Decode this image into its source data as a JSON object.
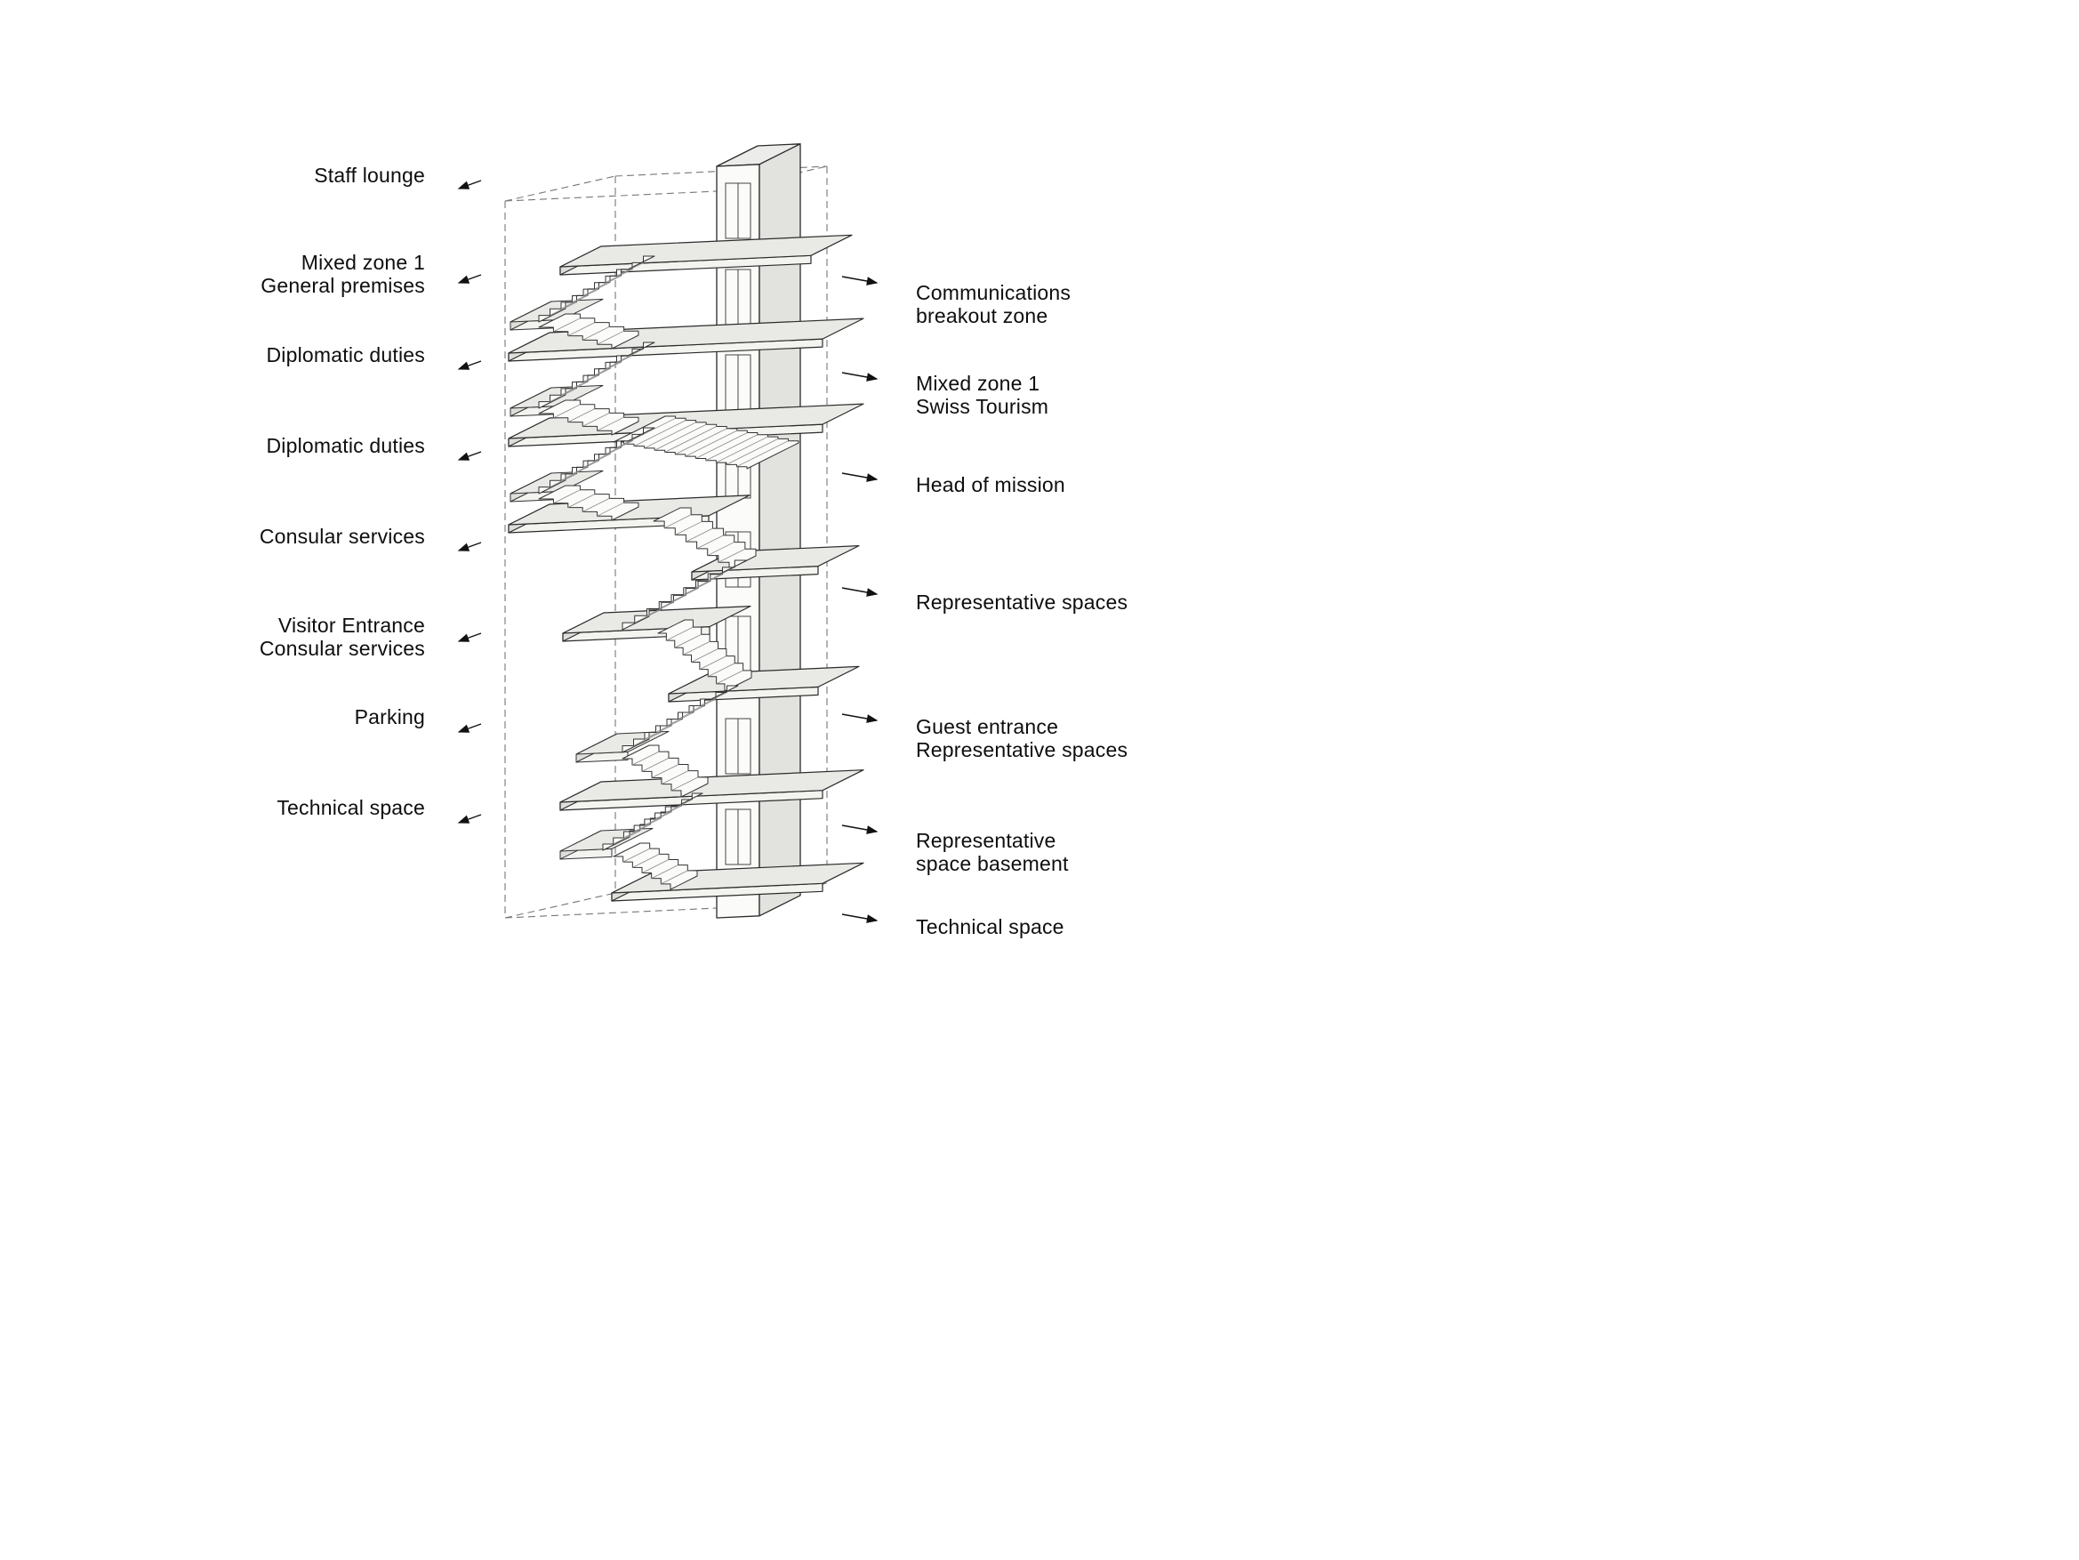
{
  "figure": {
    "type": "axonometric-building-section",
    "subject": "stair-and-elevator-core"
  },
  "labels": {
    "left": [
      {
        "line1": "Staff lounge"
      },
      {
        "line1": "Mixed zone 1",
        "line2": "General premises"
      },
      {
        "line1": "Diplomatic duties"
      },
      {
        "line1": "Diplomatic duties"
      },
      {
        "line1": "Consular services"
      },
      {
        "line1": "Visitor Entrance",
        "line2": "Consular services"
      },
      {
        "line1": "Parking"
      },
      {
        "line1": "Technical space"
      }
    ],
    "right": [
      {
        "line1": "Communications",
        "line2": "breakout zone"
      },
      {
        "line1": "Mixed zone 1",
        "line2": "Swiss Tourism"
      },
      {
        "line1": "Head of mission"
      },
      {
        "line1": "Representative spaces"
      },
      {
        "line1": "Guest entrance",
        "line2": "Representative spaces"
      },
      {
        "line1": "Representative",
        "line2": "space basement"
      },
      {
        "line1": "Technical space"
      }
    ]
  },
  "colors": {
    "ink": "#111111",
    "line": "#2b2b2b",
    "plate_top": "#e9e9e6",
    "plate_front": "#f3f3f0",
    "background": "#ffffff"
  }
}
